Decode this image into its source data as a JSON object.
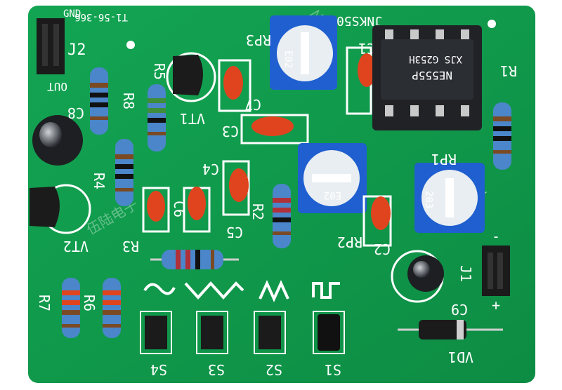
{
  "board": {
    "header_left": "T1-56-366",
    "header_gnd": "GND",
    "header_model": "JNKS508",
    "brand": "伍陆电子",
    "colors": {
      "pcb": "#0f9a4a",
      "pcb_dark": "#0a7a3a",
      "silk": "#ffffff",
      "cap_red": "#e0441e",
      "pot_blue": "#1f5fd0"
    }
  },
  "labels": {
    "j2": "J2",
    "out": "OUT",
    "r5": "R5",
    "rp3": "RP3",
    "c1": "C1",
    "c7": "C7",
    "c3": "C3",
    "c8": "C8",
    "r8": "R8",
    "vt1": "VT1",
    "r1": "R1",
    "r4": "R4",
    "c4": "C4",
    "c6": "C6",
    "c5": "C5",
    "r2": "R2",
    "rp1": "RP1",
    "rp2": "RP2",
    "c2": "C2",
    "vt2": "VT2",
    "r3": "R3",
    "j1": "J1",
    "j1_minus": "-",
    "j1_plus": "+",
    "c9": "C9",
    "r7": "R7",
    "r6": "R6",
    "vd1": "VD1",
    "s4": "S4",
    "s3": "S3",
    "s2": "S2",
    "s1": "S1"
  },
  "components": {
    "ic_line1": "NE555P",
    "ic_line2": "XJS  G253H",
    "pot_rp3_code": "E02",
    "pot_rp2_code": "E02",
    "pot_rp1_code": "203"
  }
}
